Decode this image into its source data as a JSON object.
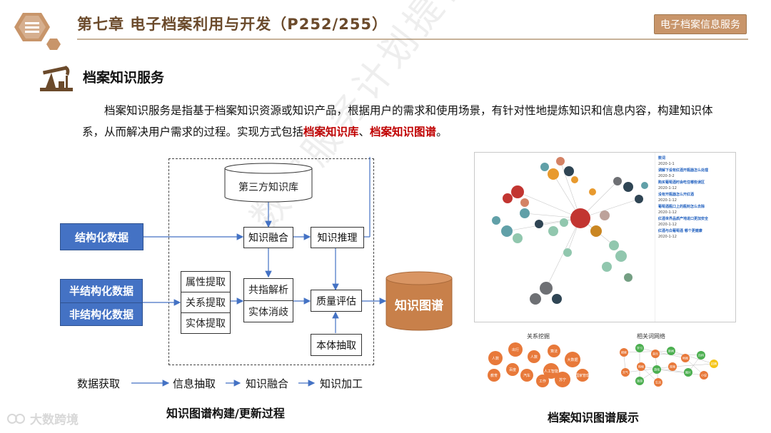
{
  "header": {
    "chapter_title": "第七章  电子档案利用与开发（P252/255）",
    "badge": "电子档案信息服务"
  },
  "section": {
    "title": "档案知识服务"
  },
  "paragraph": {
    "text_main": "档案知识服务是指基于档案知识资源或知识产品，根据用户的需求和使用场景，有针对性地提炼知识和信息内容，构建知识体系，从而解决用户需求的过程。实现方式包括",
    "highlight_1": "档案知识库",
    "separator": "、",
    "highlight_2": "档案知识图谱",
    "end": "。"
  },
  "diagram": {
    "sources": [
      "结构化数据",
      "半结构化数据",
      "非结构化数据"
    ],
    "db_top": "第三方知识库",
    "fusion": "知识融合",
    "reasoning": "知识推理",
    "extract_attr": "属性提取",
    "extract_rel": "关系提取",
    "extract_entity": "实体提取",
    "coref": "共指解析",
    "disamb": "实体消歧",
    "quality": "质量评估",
    "ontology": "本体抽取",
    "output": "知识图谱",
    "stages": [
      "数据获取",
      "信息抽取",
      "知识融合",
      "知识加工"
    ],
    "caption": "知识图谱构建/更新过程"
  },
  "showcase": {
    "caption": "档案知识图谱展示",
    "relation_title": "关系挖掘",
    "related_title": "相关词网络",
    "list_items": [
      {
        "title": "数词",
        "date": "2020-1-1"
      },
      {
        "title": "调解下设有红酒开瓶器怎么处理",
        "date": "2020-3-2"
      },
      {
        "title": "购买葡萄酒时会吃住哪些误区",
        "date": "2020-1-12"
      },
      {
        "title": "没有开瓶器怎么开红酒",
        "date": "2020-1-12"
      },
      {
        "title": "葡萄酒瓶口上的瓶封怎么去除",
        "date": "2020-1-12"
      },
      {
        "title": "红酒世界品质产地进口更加安全",
        "date": "2020-1-12"
      },
      {
        "title": "红酒与白葡萄酒 哪个更健康",
        "date": "2020-1-12"
      }
    ],
    "relation_nodes": [
      "人数",
      "出行",
      "人数",
      "算法",
      "大数据",
      "人工智能",
      "百度",
      "教育",
      "汽车",
      "工作",
      "苏宁",
      "国家管理"
    ],
    "related_nodes": [
      "搜索",
      "学习",
      "音乐",
      "新闻",
      "地图",
      "百科",
      "招聘",
      "小说",
      "图片",
      "视频",
      "游戏",
      "购物",
      "天气",
      "旅游",
      "生活"
    ]
  },
  "watermark": "数字服务计划提供",
  "logo": "大数跨境",
  "colors": {
    "brand_brown": "#c8956a",
    "title_brown": "#6b4a2b",
    "source_blue": "#4472c4",
    "db_orange": "#c8804a",
    "highlight_red": "#c00000",
    "bubble_orange": "#e8793a"
  }
}
